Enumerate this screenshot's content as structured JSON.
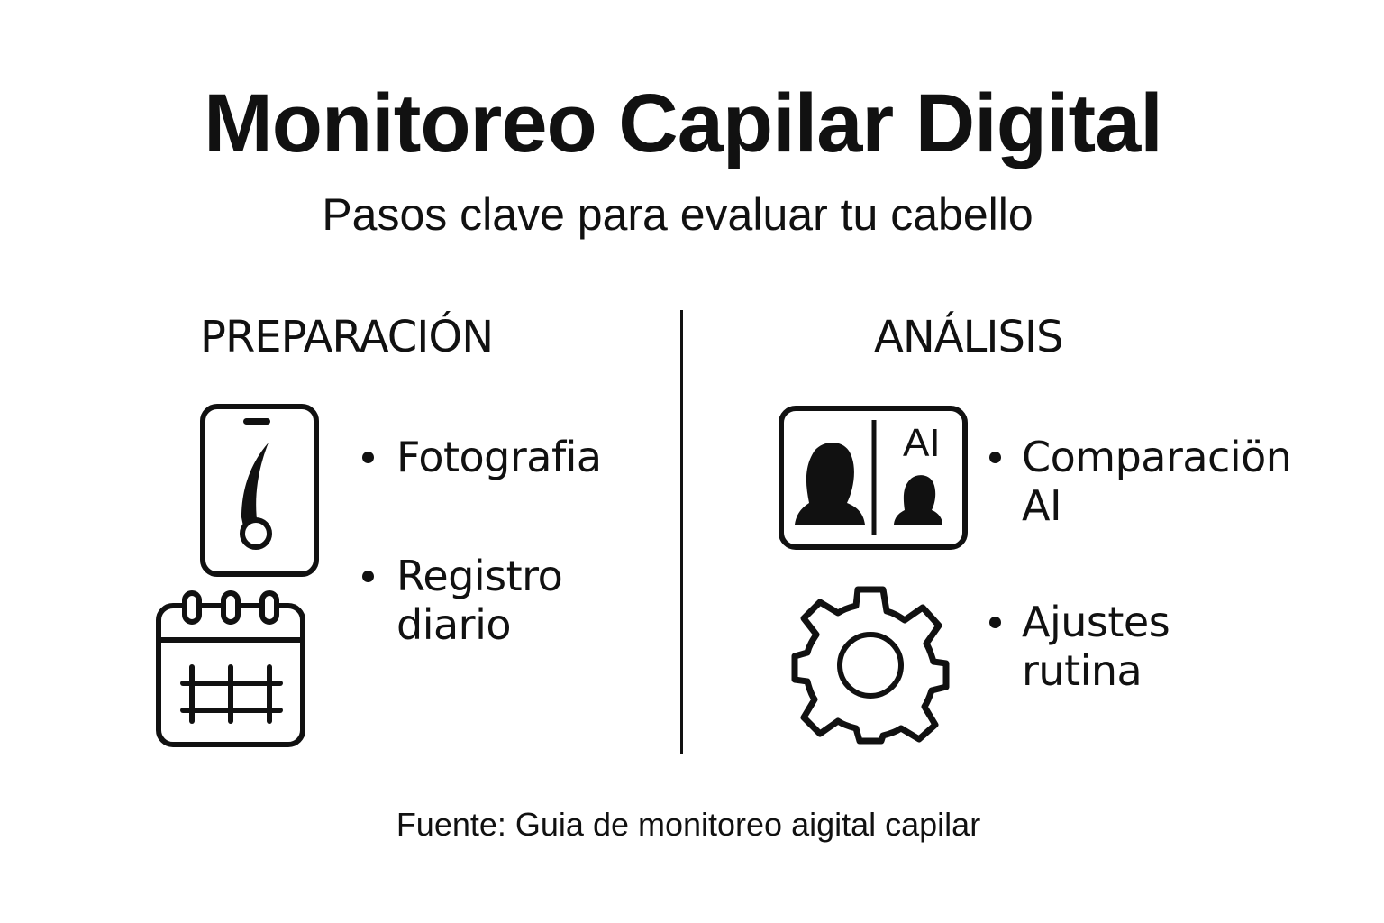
{
  "header": {
    "title": "Monitoreo Capilar Digital",
    "subtitle": "Pasos clave para evaluar tu cabello"
  },
  "sections": [
    {
      "title": "PREPARACIÓN",
      "icons": [
        "phone-hair-icon",
        "calendar-icon"
      ],
      "items": [
        {
          "label": "Fotografia"
        },
        {
          "label": "Registro\ndiario"
        }
      ]
    },
    {
      "title": "ANÁLISIS",
      "icons": [
        "ai-comparison-icon",
        "gear-icon"
      ],
      "items": [
        {
          "label": "Comparaciön\nAI"
        },
        {
          "label": "Ajustes\nrutina"
        }
      ],
      "ai_badge": "AI"
    }
  ],
  "footer": {
    "source": "Fuente: Guia de monitoreo aigital capilar"
  },
  "colors": {
    "ink": "#111111",
    "background": "#ffffff"
  }
}
